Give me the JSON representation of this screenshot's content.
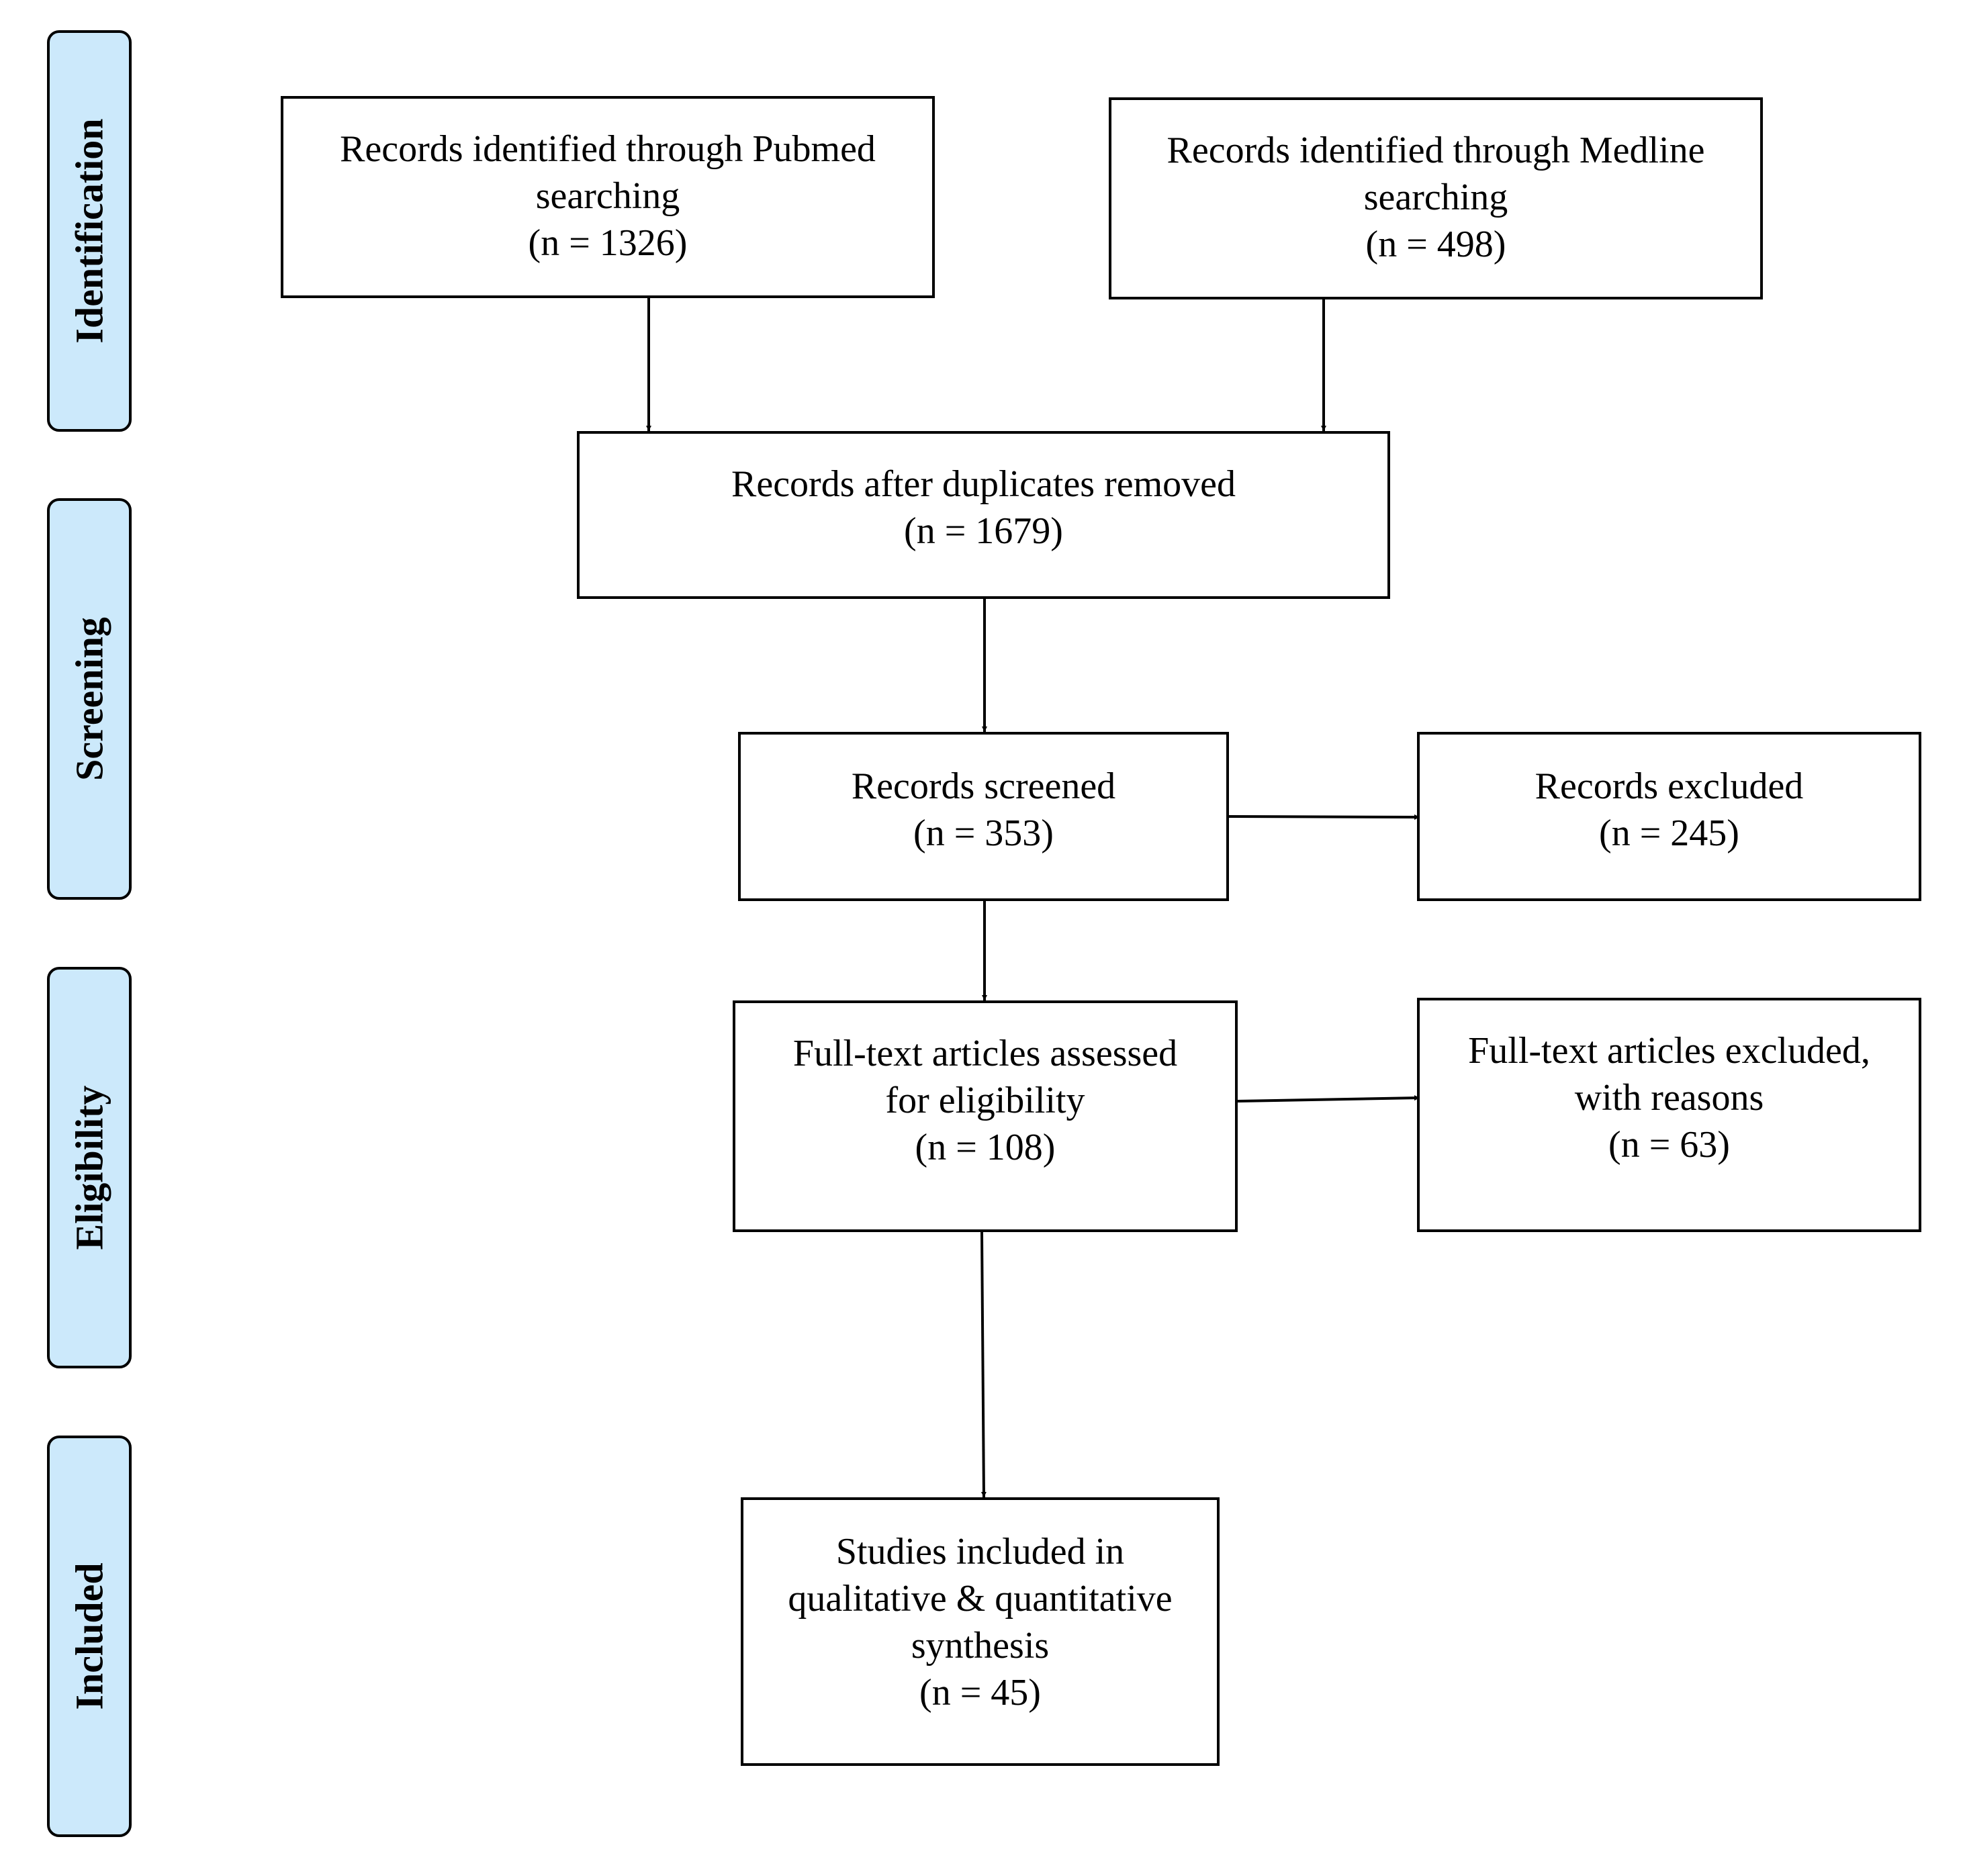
{
  "stage_fill": "#cce9fb",
  "stages": {
    "identification": "Identification",
    "screening": "Screening",
    "eligibility": "Eligibility",
    "included": "Included"
  },
  "boxes": {
    "pubmed": {
      "line1": "Records identified through Pubmed",
      "line2": "searching",
      "count": "(n = 1326)"
    },
    "medline": {
      "line1": "Records identified through Medline",
      "line2": "searching",
      "count": "(n = 498)"
    },
    "duplicates_removed": {
      "line1": "Records after duplicates removed",
      "count": "(n = 1679)"
    },
    "screened": {
      "line1": "Records screened",
      "count": "(n = 353)"
    },
    "excluded": {
      "line1": "Records excluded",
      "count": "(n = 245)"
    },
    "fulltext_assessed": {
      "line1": "Full-text articles assessed",
      "line2": "for eligibility",
      "count": "(n = 108)"
    },
    "fulltext_excluded": {
      "line1": "Full-text articles excluded,",
      "line2": "with reasons",
      "count": "(n = 63)"
    },
    "included": {
      "line1": "Studies included in",
      "line2": "qualitative & quantitative",
      "line3": "synthesis",
      "count": "(n = 45)"
    }
  }
}
